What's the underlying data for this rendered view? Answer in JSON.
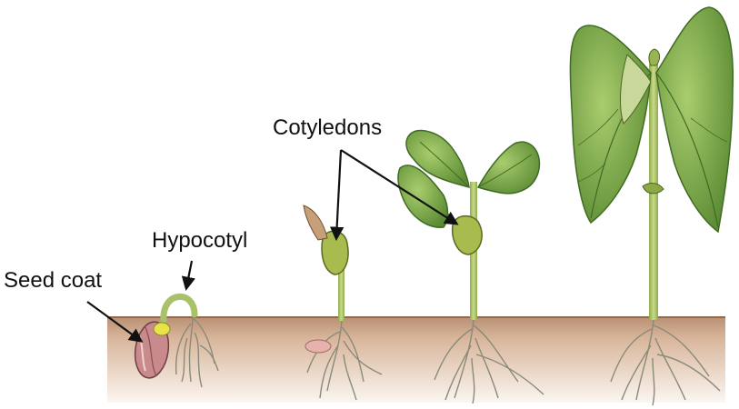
{
  "labels": {
    "seed_coat": "Seed coat",
    "hypocotyl": "Hypocotyl",
    "cotyledons": "Cotyledons"
  },
  "colors": {
    "soil": "#d8b59a",
    "soil_dark": "#b88f72",
    "soil_light": "#f3e6db",
    "stem": "#a9c26a",
    "leaf": "#7dab4b",
    "leaf_dark": "#3f6b24",
    "cotyledon": "#a8bb4e",
    "seed_coat": "#c98a8c",
    "root": "#8a8a7a",
    "arrow": "#111111"
  }
}
